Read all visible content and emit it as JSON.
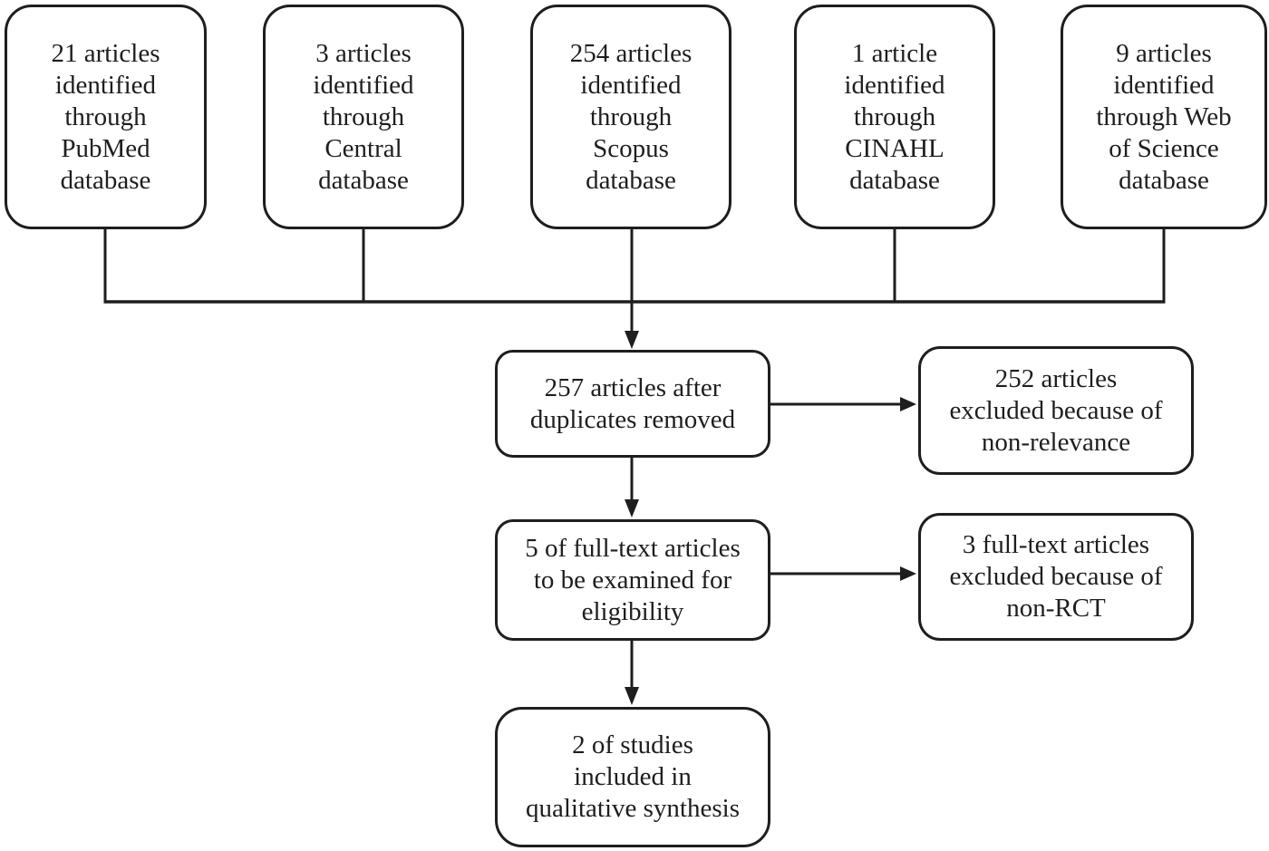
{
  "colors": {
    "line": "#1e1e1e",
    "background": "#ffffff",
    "text": "#1e1e1e"
  },
  "top_boxes": [
    {
      "id": "pubmed",
      "text": "21 articles\nidentified\nthrough\nPubMed\ndatabase"
    },
    {
      "id": "central",
      "text": "3 articles\nidentified\nthrough\nCentral\ndatabase"
    },
    {
      "id": "scopus",
      "text": "254 articles\nidentified\nthrough\nScopus\ndatabase"
    },
    {
      "id": "cinahl",
      "text": "1 article\nidentified\nthrough\nCINAHL\ndatabase"
    },
    {
      "id": "web-of-science",
      "text": "9 articles\nidentified\nthrough Web\nof Science\ndatabase"
    }
  ],
  "flow_boxes": [
    {
      "id": "duplicates-removed",
      "text": "257 articles after\nduplicates removed"
    },
    {
      "id": "eligibility",
      "text": "5 of full-text articles\nto be examined for\neligibility"
    },
    {
      "id": "included",
      "text": "2 of studies\nincluded in\nqualitative synthesis"
    }
  ],
  "exclusion_boxes": [
    {
      "id": "non-relevance",
      "text": "252 articles\nexcluded because of\nnon-relevance"
    },
    {
      "id": "non-rct",
      "text": "3 full-text articles\nexcluded because of\nnon-RCT"
    }
  ]
}
